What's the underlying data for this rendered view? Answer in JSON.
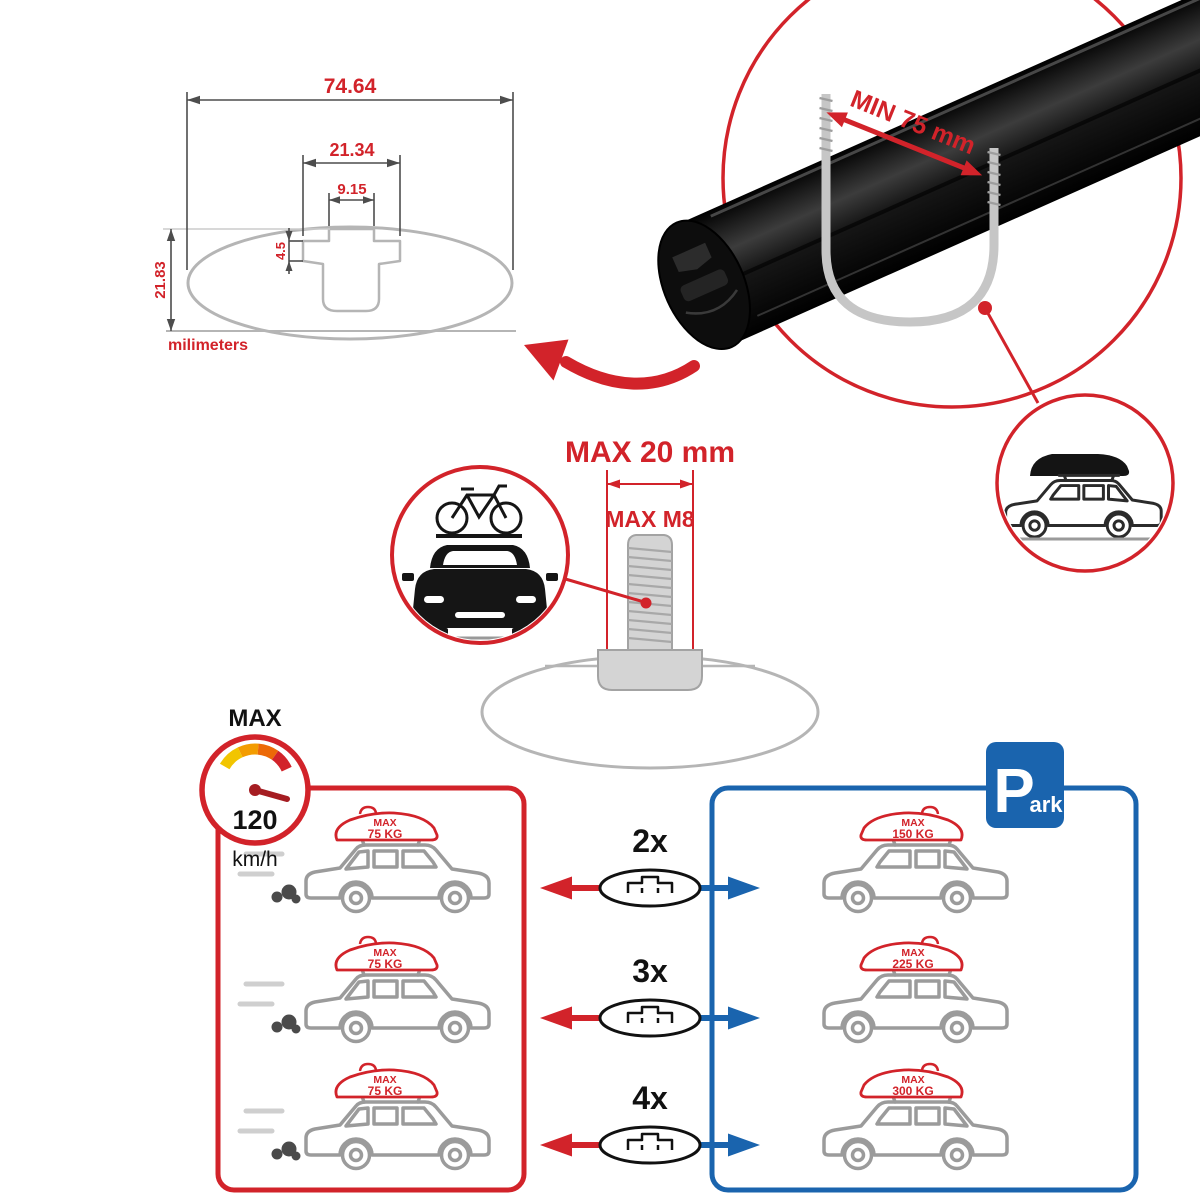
{
  "colors": {
    "red": "#d2232a",
    "blue": "#1a64ae",
    "gray_outline": "#9b9b9b",
    "bar_black": "#0d0d0d"
  },
  "profile_dimensions": {
    "total_width": "74.64",
    "slot_outer_width": "21.34",
    "slot_inner_width": "9.15",
    "slot_depth": "4.5",
    "profile_height": "21.83",
    "units": "milimeters"
  },
  "clamp_detail": {
    "min_spread": "MIN 75 mm"
  },
  "bolt_detail": {
    "max_length": "MAX 20 mm",
    "max_thread": "MAX M8"
  },
  "speed_gauge": {
    "label": "MAX",
    "value": "120",
    "units": "km/h"
  },
  "park_sign": {
    "initial": "P",
    "rest": "ark"
  },
  "multipliers": [
    "2x",
    "3x",
    "4x"
  ],
  "driving_loads": [
    {
      "line1": "MAX",
      "line2": "75 KG"
    },
    {
      "line1": "MAX",
      "line2": "75 KG"
    },
    {
      "line1": "MAX",
      "line2": "75 KG"
    }
  ],
  "parked_loads": [
    {
      "line1": "MAX",
      "line2": "150 KG"
    },
    {
      "line1": "MAX",
      "line2": "225 KG"
    },
    {
      "line1": "MAX",
      "line2": "300 KG"
    }
  ]
}
